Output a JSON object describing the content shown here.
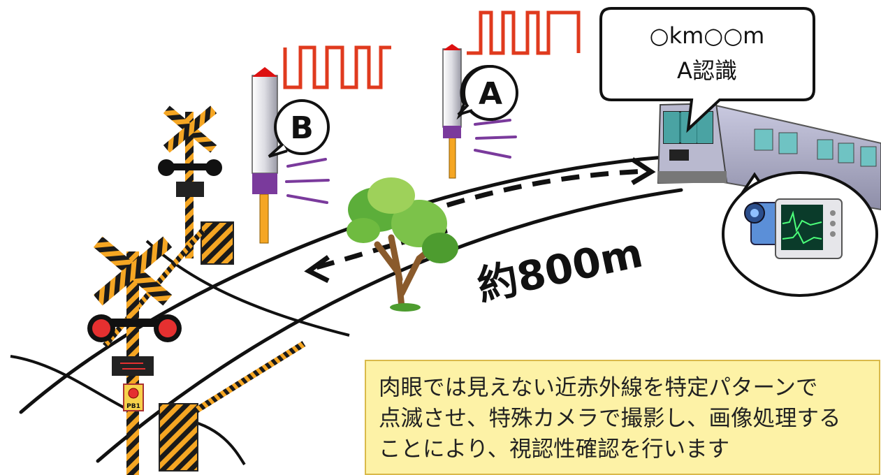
{
  "callout": {
    "line1": "○km○○m",
    "line2": "A認識"
  },
  "markers": {
    "a": "A",
    "b": "B"
  },
  "distance_label": "約800m",
  "pushbutton_label": "PB1",
  "note": {
    "lines": [
      "肉眼では見えない近赤外線を特定パターンで",
      "点滅させ、特殊カメラで撮影し、画像処理する",
      "ことにより、視認性確認を行います"
    ]
  },
  "colors": {
    "signal_pulse": "#e03a1e",
    "emission_lines": "#7a3a9c",
    "note_background": "#fdf2a6",
    "crossing_stripe": "#f5a623"
  }
}
